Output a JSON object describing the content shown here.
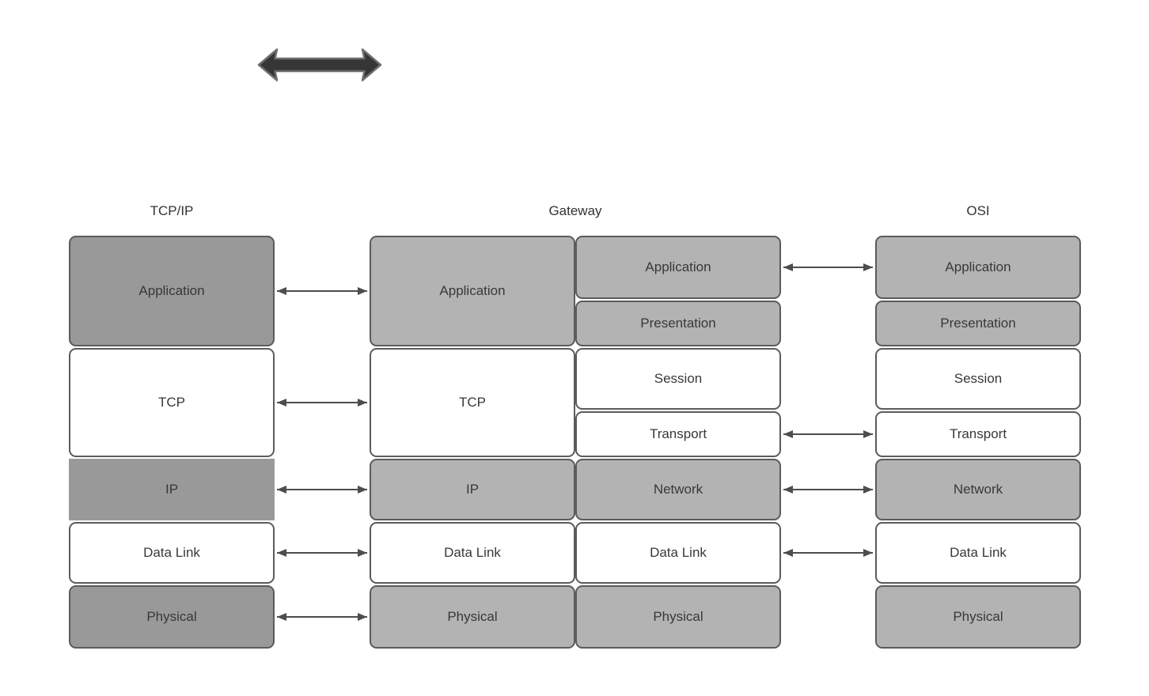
{
  "colors": {
    "dark_gray": "#999999",
    "light_gray": "#b3b3b3",
    "white": "#ffffff",
    "box_border": "#5b5b5b",
    "text": "#383838",
    "connector_arrow": "#4d4d4d",
    "thick_arrow_fill": "#363636",
    "thick_arrow_stroke": "#6e6e6e",
    "background": "#ffffff"
  },
  "headers": [
    {
      "label": "TCP/IP"
    },
    {
      "label": "Gateway"
    },
    {
      "label": "OSI"
    }
  ],
  "stacks": [
    {
      "name": "tcpip",
      "boxes": [
        {
          "label": "Application",
          "shade": "dark"
        },
        {
          "label": "TCP",
          "shade": "white"
        },
        {
          "label": "IP",
          "shade": "dark"
        },
        {
          "label": "Data Link",
          "shade": "white"
        },
        {
          "label": "Physical",
          "shade": "dark"
        }
      ]
    },
    {
      "name": "gateway-left",
      "boxes": [
        {
          "label": "Application",
          "shade": "light"
        },
        {
          "label": "TCP",
          "shade": "white"
        },
        {
          "label": "IP",
          "shade": "light"
        },
        {
          "label": "Data Link",
          "shade": "white"
        },
        {
          "label": "Physical",
          "shade": "light"
        }
      ]
    },
    {
      "name": "gateway-right",
      "boxes": [
        {
          "label": "Application",
          "shade": "light"
        },
        {
          "label": "Presentation",
          "shade": "light"
        },
        {
          "label": "Session",
          "shade": "white"
        },
        {
          "label": "Transport",
          "shade": "white"
        },
        {
          "label": "Network",
          "shade": "light"
        },
        {
          "label": "Data Link",
          "shade": "white"
        },
        {
          "label": "Physical",
          "shade": "light"
        }
      ]
    },
    {
      "name": "osi",
      "boxes": [
        {
          "label": "Application",
          "shade": "light"
        },
        {
          "label": "Presentation",
          "shade": "light"
        },
        {
          "label": "Session",
          "shade": "white"
        },
        {
          "label": "Transport",
          "shade": "white"
        },
        {
          "label": "Network",
          "shade": "light"
        },
        {
          "label": "Data Link",
          "shade": "white"
        },
        {
          "label": "Physical",
          "shade": "light"
        }
      ]
    }
  ],
  "connections": {
    "tcpip_to_gateway": [
      "Application",
      "TCP",
      "IP",
      "Data Link",
      "Physical"
    ],
    "gateway_to_osi": [
      "Application",
      "Transport",
      "Network",
      "Data Link"
    ]
  }
}
